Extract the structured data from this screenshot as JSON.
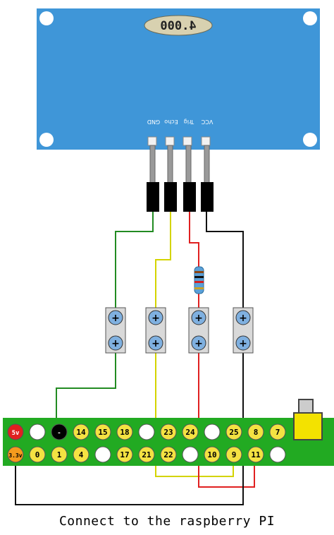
{
  "sensor": {
    "display_reading": "4.000",
    "pins": [
      "GND",
      "Echo",
      "Trig",
      "VCC"
    ],
    "body_color": "#3f96d8"
  },
  "gpio": {
    "board_color": "#22aa22",
    "top_row": [
      "5v",
      "",
      "-",
      "14",
      "15",
      "18",
      "",
      "23",
      "24",
      "",
      "25",
      "8",
      "7"
    ],
    "bottom_row": [
      "3.3v",
      "0",
      "1",
      "4",
      "",
      "17",
      "21",
      "22",
      "",
      "10",
      "9",
      "11",
      ""
    ]
  },
  "wires": {
    "gnd_color": "#228b22",
    "echo_color": "#d4d400",
    "trig_color": "#e02020",
    "vcc_color": "#111111"
  },
  "caption": "Connect to the raspberry PI"
}
